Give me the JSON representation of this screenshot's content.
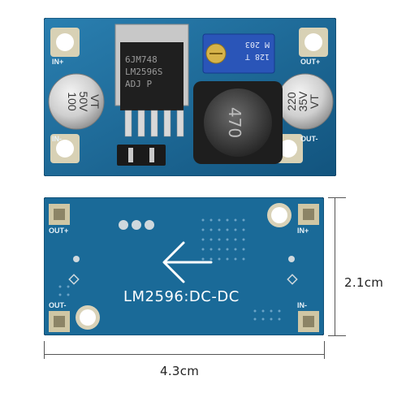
{
  "front_board": {
    "pad_labels": {
      "in_plus": "IN+",
      "in_minus": "IN-",
      "out_plus": "OUT+",
      "out_minus": "OUT-"
    },
    "chip_text": [
      "6JM748",
      "LM2596S",
      "ADJ P"
    ],
    "cap_left": {
      "line1": "100",
      "line2": "50V",
      "line3": "VT"
    },
    "cap_right": {
      "line1": "220",
      "line2": "35V",
      "line3": "VT"
    },
    "pot_text": [
      "M 203",
      "128 T"
    ],
    "inductor_text": "470"
  },
  "back_board": {
    "label": "LM2596:DC-DC",
    "pad_labels": {
      "out_plus": "OUT+",
      "out_minus": "OUT-",
      "in_plus": "IN+",
      "in_minus": "IN-"
    }
  },
  "dimensions": {
    "width": "4.3cm",
    "height": "2.1cm"
  },
  "colors": {
    "pcb": "#1d6c9a",
    "pcb_dark": "#0f4b73",
    "gold": "#c9b98a"
  }
}
